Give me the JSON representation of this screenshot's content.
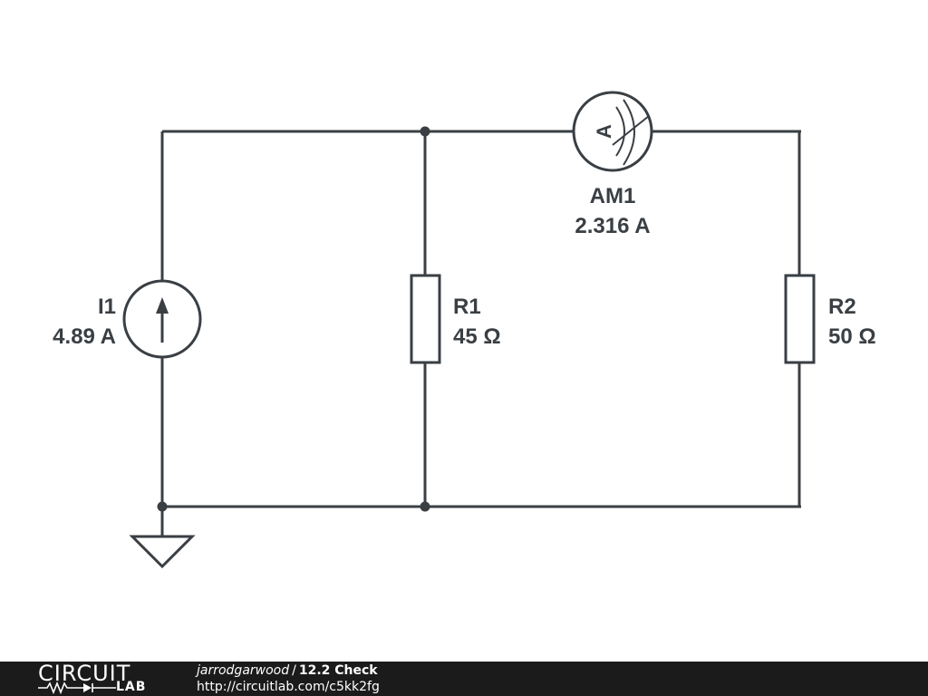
{
  "schematic": {
    "current_source": {
      "name": "I1",
      "value": "4.89 A"
    },
    "resistor1": {
      "name": "R1",
      "value": "45 Ω"
    },
    "resistor2": {
      "name": "R2",
      "value": "50 Ω"
    },
    "ammeter": {
      "name": "AM1",
      "value": "2.316 A",
      "symbol_letter": "A"
    },
    "wire_color": "#3a3f44"
  },
  "footer": {
    "logo_top": "CIRCUIT",
    "logo_bottom": "LAB",
    "author": "jarrodgarwood",
    "separator": "/",
    "title": "12.2 Check",
    "url": "http://circuitlab.com/c5kk2fg",
    "background": "#1b1b1b"
  }
}
